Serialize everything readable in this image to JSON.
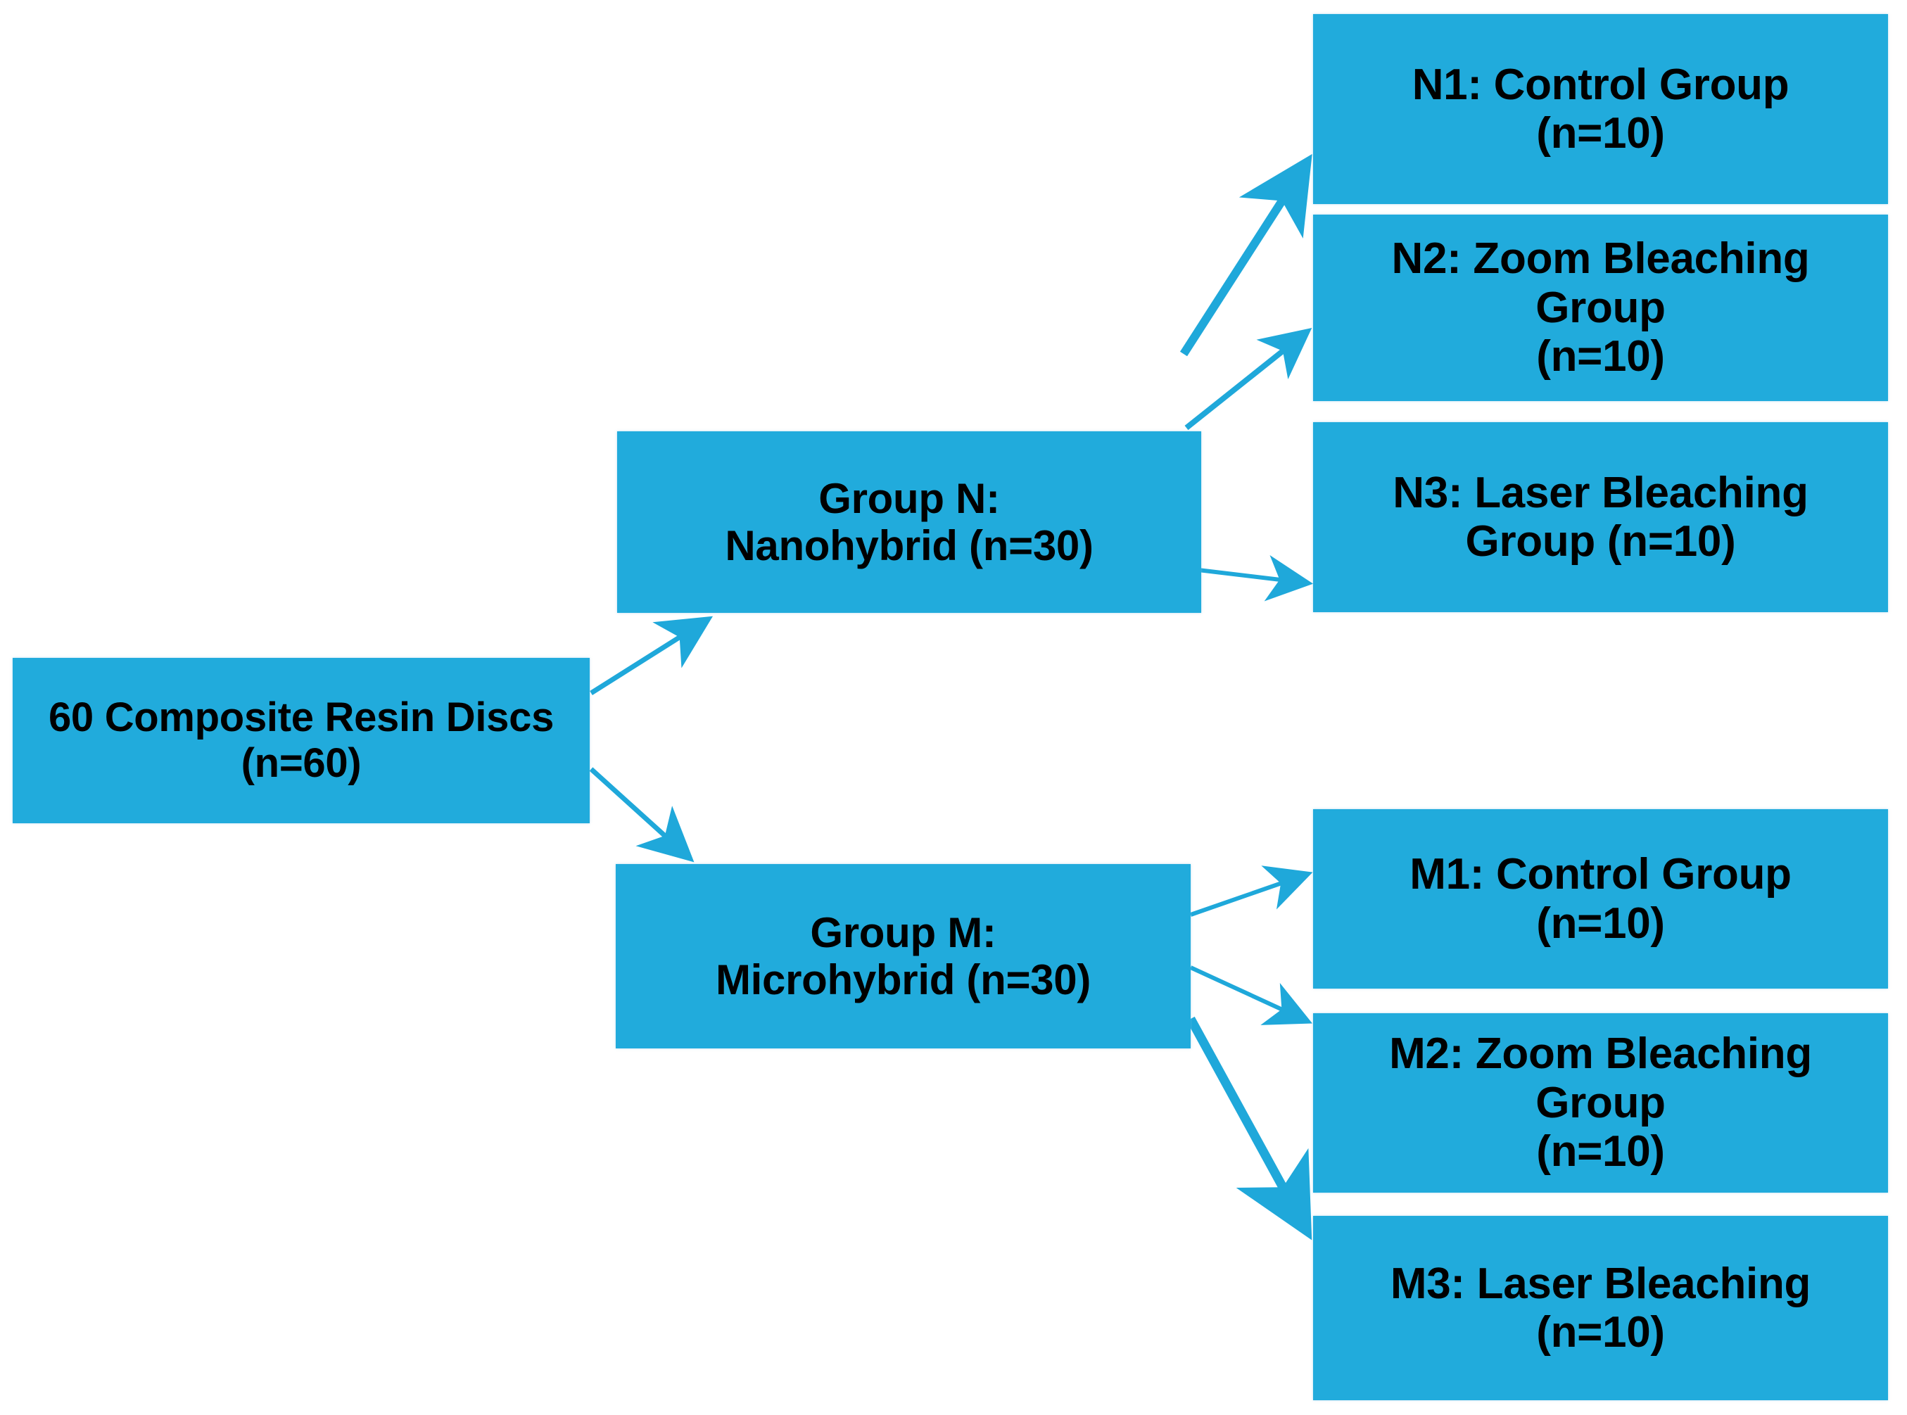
{
  "diagram": {
    "type": "flowchart",
    "orientation": "left-to-right",
    "accent_color": "#21abdc",
    "text_color": "#000000",
    "background_color": "#ffffff",
    "arrow_color": "#1fa8da",
    "nodes": {
      "root": {
        "id": "root",
        "label": "60 Composite Resin Discs\n(n=60)",
        "level": 1,
        "n": 60
      },
      "group_n": {
        "id": "group-n",
        "label": "Group N:\nNanohybrid (n=30)",
        "level": 2,
        "n": 30
      },
      "group_m": {
        "id": "group-m",
        "label": "Group M:\nMicrohybrid (n=30)",
        "level": 2,
        "n": 30
      },
      "n1": {
        "id": "n1",
        "label": "N1: Control Group\n(n=10)",
        "level": 3,
        "n": 10
      },
      "n2": {
        "id": "n2",
        "label": "N2: Zoom Bleaching Group\n(n=10)",
        "level": 3,
        "n": 10
      },
      "n3": {
        "id": "n3",
        "label": "N3: Laser Bleaching\nGroup (n=10)",
        "level": 3,
        "n": 10
      },
      "m1": {
        "id": "m1",
        "label": "M1: Control Group\n(n=10)",
        "level": 3,
        "n": 10
      },
      "m2": {
        "id": "m2",
        "label": "M2: Zoom Bleaching Group\n(n=10)",
        "level": 3,
        "n": 10
      },
      "m3": {
        "id": "m3",
        "label": "M3: Laser Bleaching\n(n=10)",
        "level": 3,
        "n": 10
      }
    },
    "edges": [
      {
        "from": "root",
        "to": "group_n"
      },
      {
        "from": "root",
        "to": "group_m"
      },
      {
        "from": "group_n",
        "to": "n1"
      },
      {
        "from": "group_n",
        "to": "n2"
      },
      {
        "from": "group_n",
        "to": "n3"
      },
      {
        "from": "group_m",
        "to": "m1"
      },
      {
        "from": "group_m",
        "to": "m2"
      },
      {
        "from": "group_m",
        "to": "m3"
      }
    ]
  }
}
